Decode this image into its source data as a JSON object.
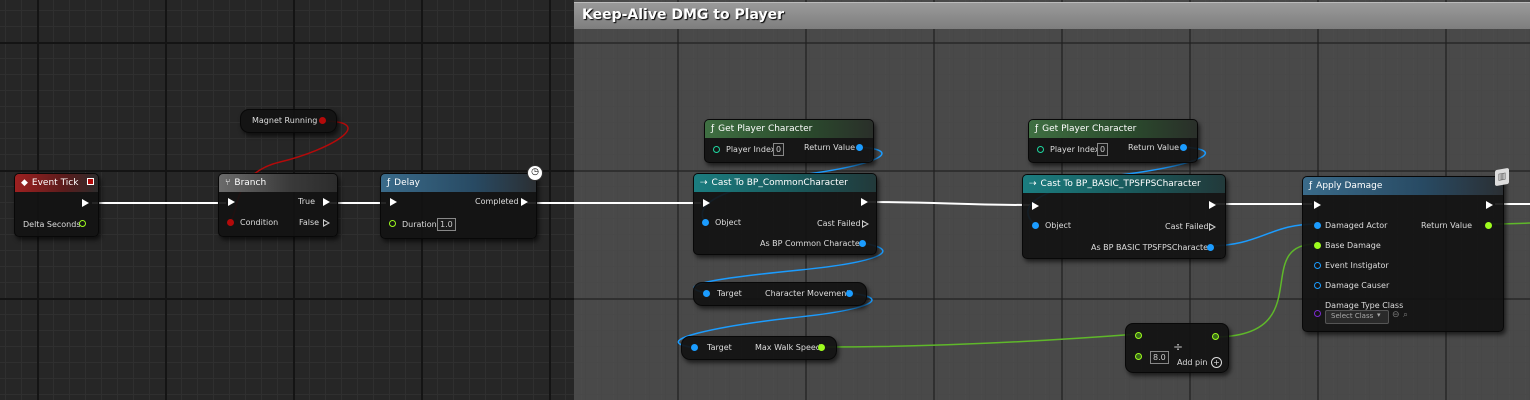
{
  "comment": {
    "title": "Keep-Alive DMG to Player"
  },
  "colors": {
    "exec": "#ffffff",
    "bool": "#b40a0a",
    "float": "#9efc1e",
    "object": "#1b9cff",
    "int": "#1ed7a0",
    "class": "#5a1aa0"
  },
  "nodes": {
    "event_tick": {
      "title": "Event Tick",
      "delta_seconds": "Delta Seconds"
    },
    "magnet_running": {
      "label": "Magnet Running"
    },
    "branch": {
      "title": "Branch",
      "condition": "Condition",
      "true_label": "True",
      "false_label": "False"
    },
    "delay": {
      "title": "Delay",
      "duration_label": "Duration",
      "duration_value": "1.0",
      "completed": "Completed"
    },
    "get_player_char_1": {
      "title": "Get Player Character",
      "player_index": "Player Index",
      "player_index_value": "0",
      "return_value": "Return Value"
    },
    "get_player_char_2": {
      "title": "Get Player Character",
      "player_index": "Player Index",
      "player_index_value": "0",
      "return_value": "Return Value"
    },
    "cast_common": {
      "title": "Cast To BP_CommonCharacter",
      "object": "Object",
      "cast_failed": "Cast Failed",
      "as_output": "As BP Common Character"
    },
    "cast_basic": {
      "title": "Cast To BP_BASIC_TPSFPSCharacter",
      "object": "Object",
      "cast_failed": "Cast Failed",
      "as_output": "As BP BASIC TPSFPSCharacter"
    },
    "char_movement": {
      "target": "Target",
      "output": "Character Movement"
    },
    "max_walk_speed": {
      "target": "Target",
      "output": "Max Walk Speed"
    },
    "divide": {
      "symbol": "÷",
      "value": "8.0",
      "add_pin": "Add pin"
    },
    "apply_damage": {
      "title": "Apply Damage",
      "damaged_actor": "Damaged Actor",
      "base_damage": "Base Damage",
      "event_instigator": "Event Instigator",
      "damage_causer": "Damage Causer",
      "damage_type_class": "Damage Type Class",
      "select_class": "Select Class",
      "return_value": "Return Value"
    }
  }
}
